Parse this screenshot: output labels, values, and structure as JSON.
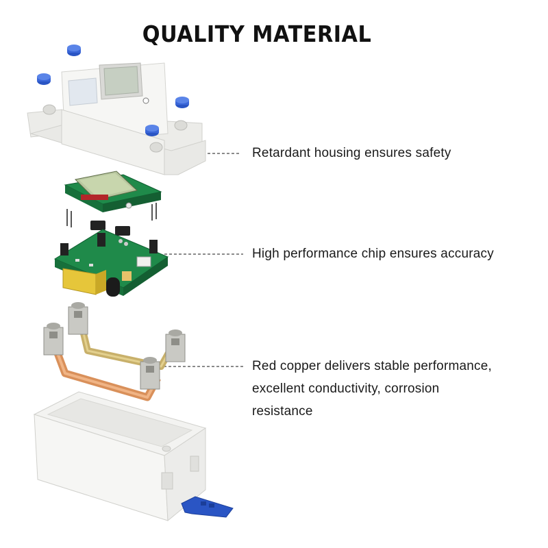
{
  "title": "QUALITY MATERIAL",
  "callouts": [
    {
      "lines": [
        "Retardant housing ensures safety"
      ]
    },
    {
      "lines": [
        "High performance chip ensures accuracy"
      ]
    },
    {
      "lines": [
        "Red copper delivers stable performance,",
        "excellent conductivity, corrosion",
        "resistance"
      ]
    }
  ],
  "colors": {
    "housing": "#f4f4f2",
    "pcb": "#1f8a4a",
    "lcd": "#b9c7a0",
    "copper": "#d9905a",
    "terminal": "#c9c9c4",
    "blue_cap": "#2a55c4",
    "relay": "#e6c63a"
  }
}
